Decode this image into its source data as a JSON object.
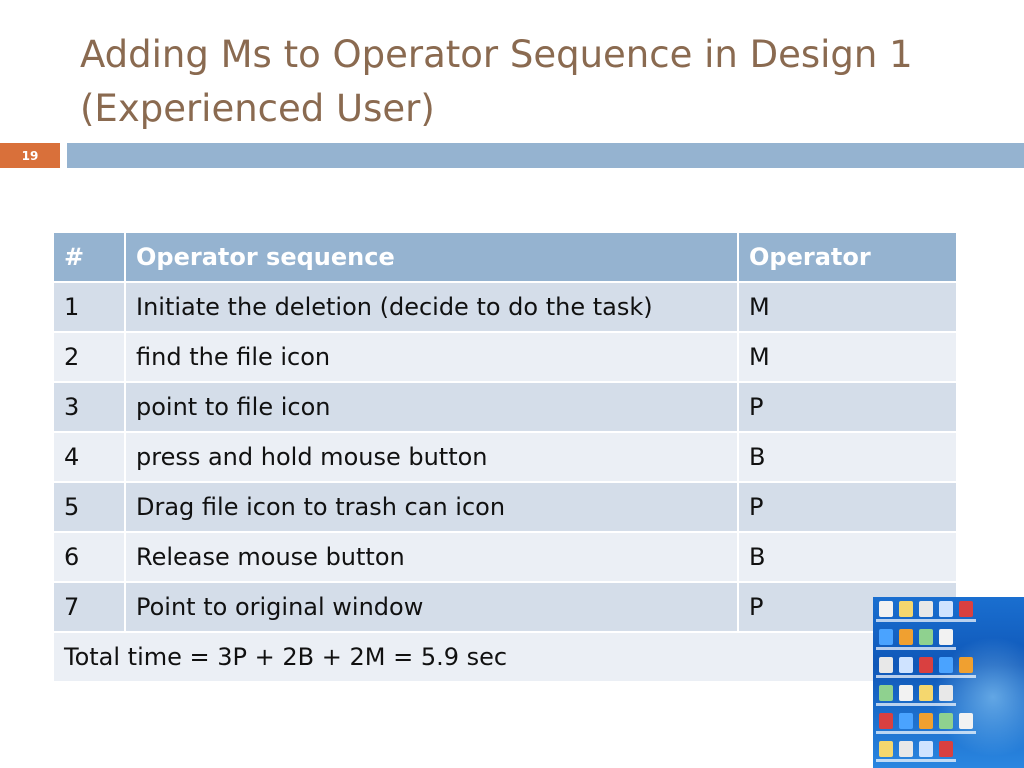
{
  "slide": {
    "title_line1": "Adding Ms to Operator Sequence in Design 1",
    "title_line2": "(Experienced User)",
    "number": "19"
  },
  "table": {
    "headers": [
      "#",
      "Operator sequence",
      "Operator"
    ],
    "rows": [
      {
        "num": "1",
        "sequence": "Initiate the deletion (decide to do the task)",
        "operator": "M"
      },
      {
        "num": "2",
        "sequence": "find the file icon",
        "operator": "M"
      },
      {
        "num": "3",
        "sequence": "point to file icon",
        "operator": "P"
      },
      {
        "num": "4",
        "sequence": "press and hold mouse button",
        "operator": "B"
      },
      {
        "num": "5",
        "sequence": "Drag file icon to trash can icon",
        "operator": "P"
      },
      {
        "num": "6",
        "sequence": "Release mouse button",
        "operator": "B"
      },
      {
        "num": "7",
        "sequence": "Point to original window",
        "operator": "P"
      }
    ],
    "total": "Total time = 3P + 2B + 2M = 5.9 sec"
  },
  "thumbnail": {
    "icon_colors": [
      "#f2f2f2",
      "#f5d76e",
      "#e8e8e8",
      "#cfe3ff",
      "#d94040",
      "#4aa3ff",
      "#f0a030",
      "#8fd18f"
    ]
  }
}
